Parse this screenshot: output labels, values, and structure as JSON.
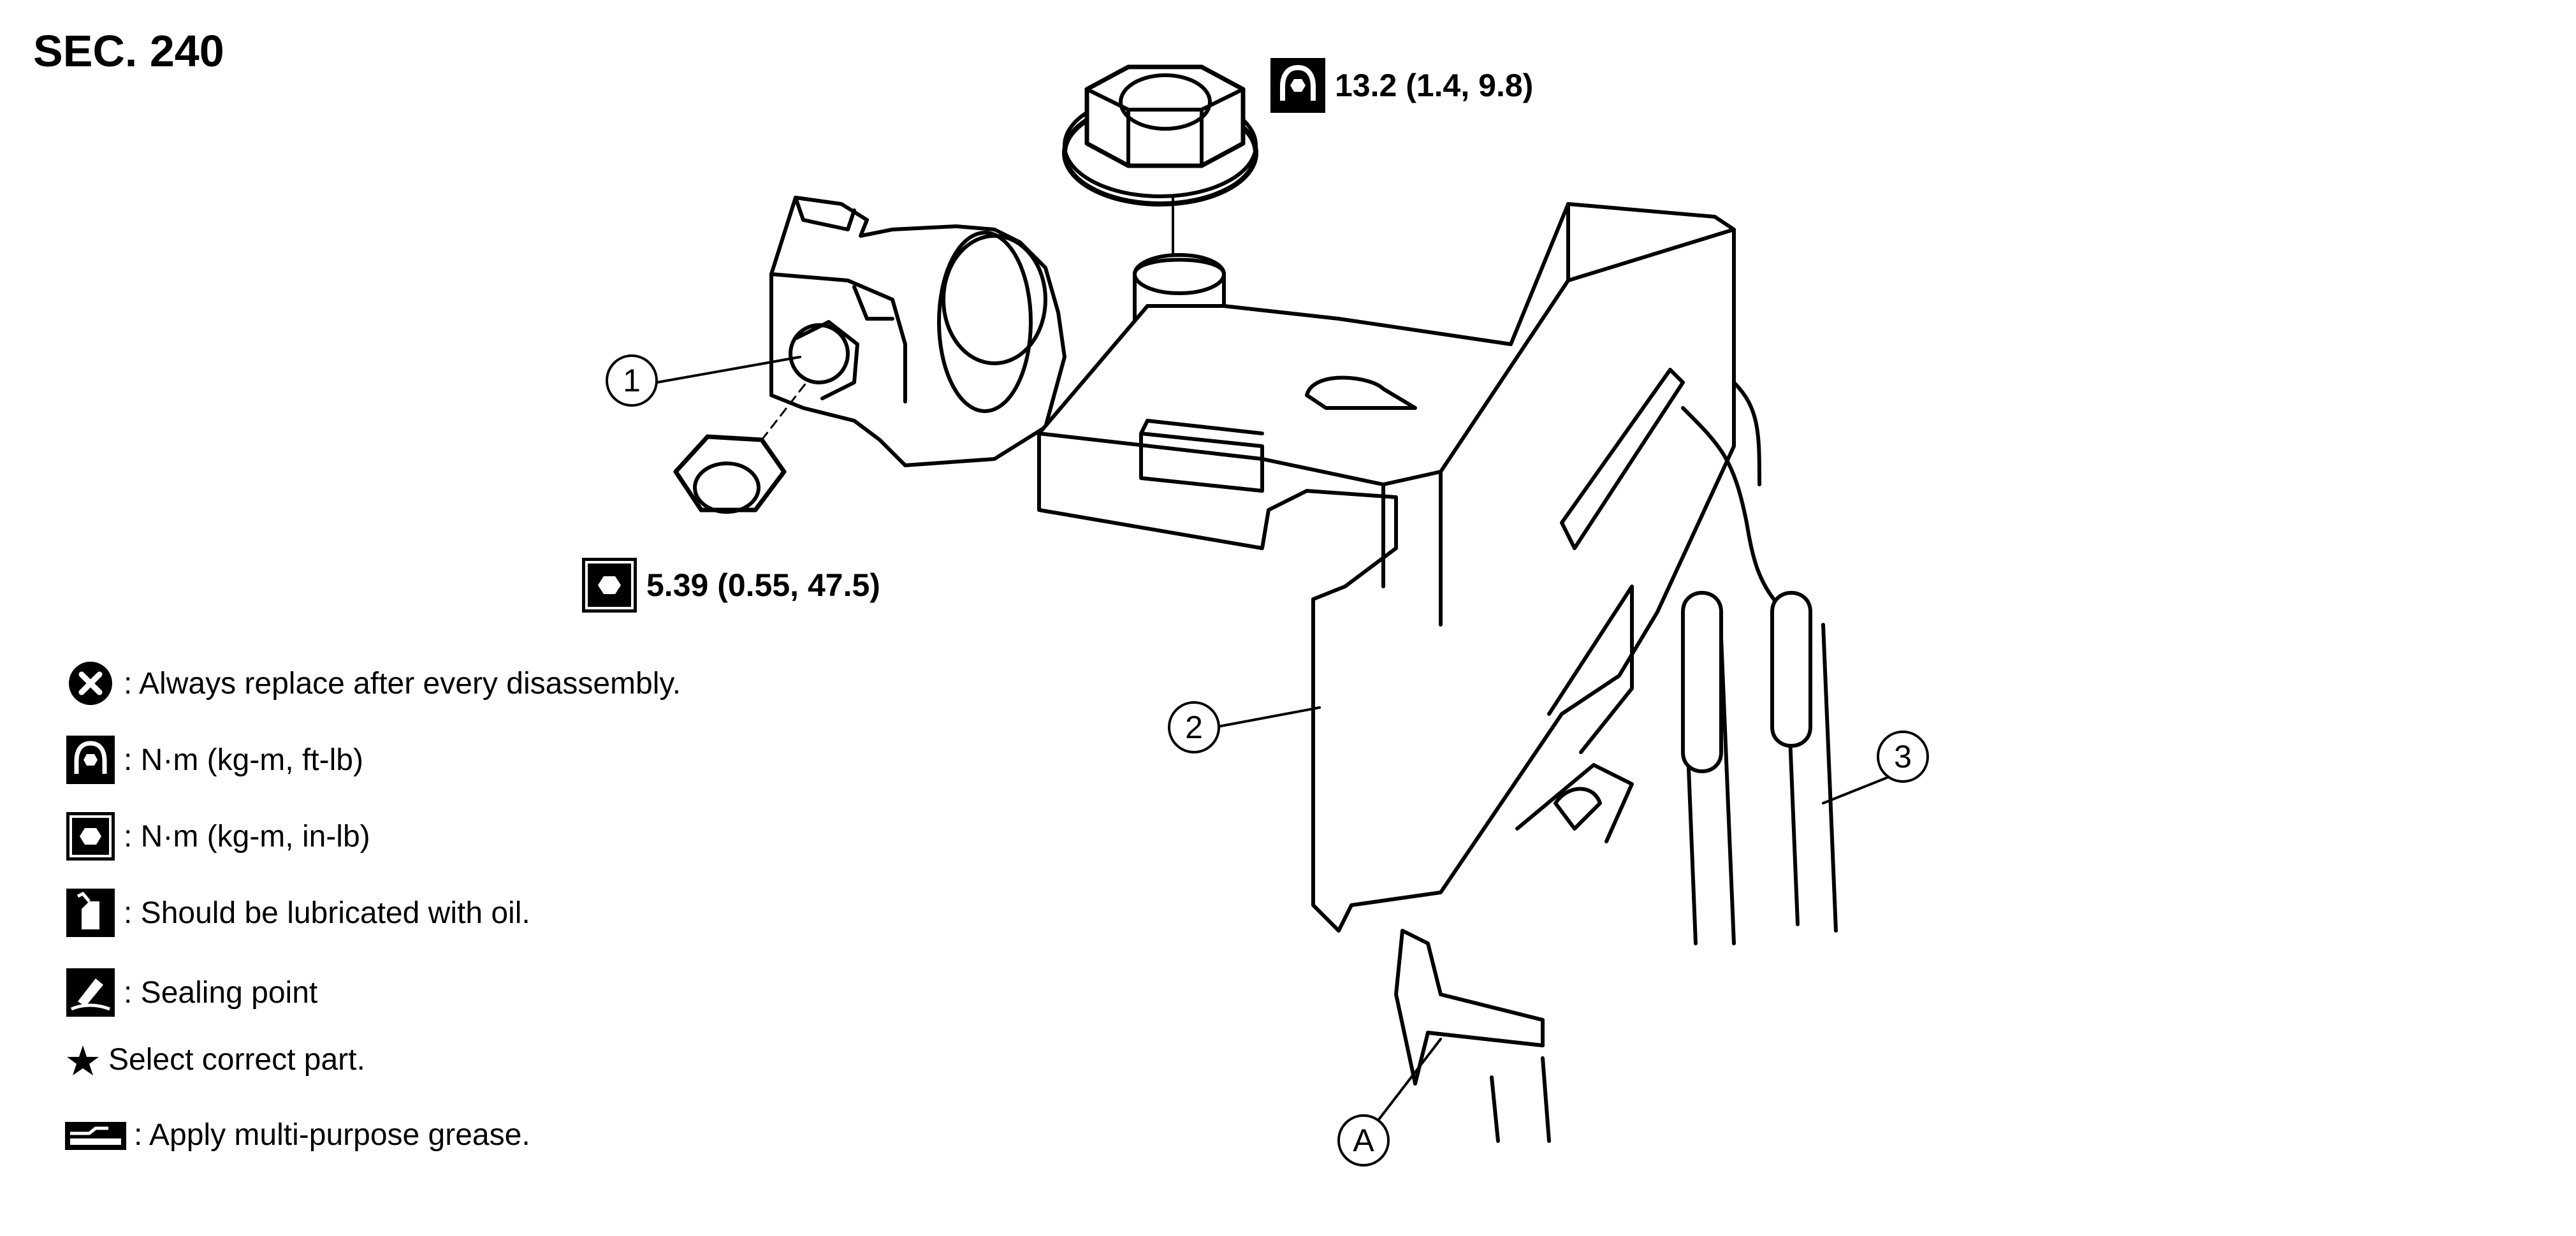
{
  "section_label": "SEC. 240",
  "torque_labels": {
    "nut": "13.2 (1.4, 9.8)",
    "terminal": "5.39 (0.55, 47.5)"
  },
  "callouts": {
    "part_1": "1",
    "part_2": "2",
    "part_3": "3",
    "part_a": "A"
  },
  "legend": [
    {
      "icon": "always-replace-icon",
      "text": ": Always replace after every disassembly."
    },
    {
      "icon": "torque-ft-lb-icon",
      "text": ": N·m (kg-m, ft-lb)"
    },
    {
      "icon": "torque-in-lb-icon",
      "text": ": N·m (kg-m, in-lb)"
    },
    {
      "icon": "oil-can-icon",
      "text": ": Should be lubricated with oil."
    },
    {
      "icon": "sealing-point-icon",
      "text": ": Sealing point"
    },
    {
      "icon": "star-icon",
      "text": "Select correct part."
    },
    {
      "icon": "grease-icon",
      "text": ": Apply multi-purpose grease."
    }
  ],
  "colors": {
    "line": "#000000",
    "background": "#ffffff"
  }
}
